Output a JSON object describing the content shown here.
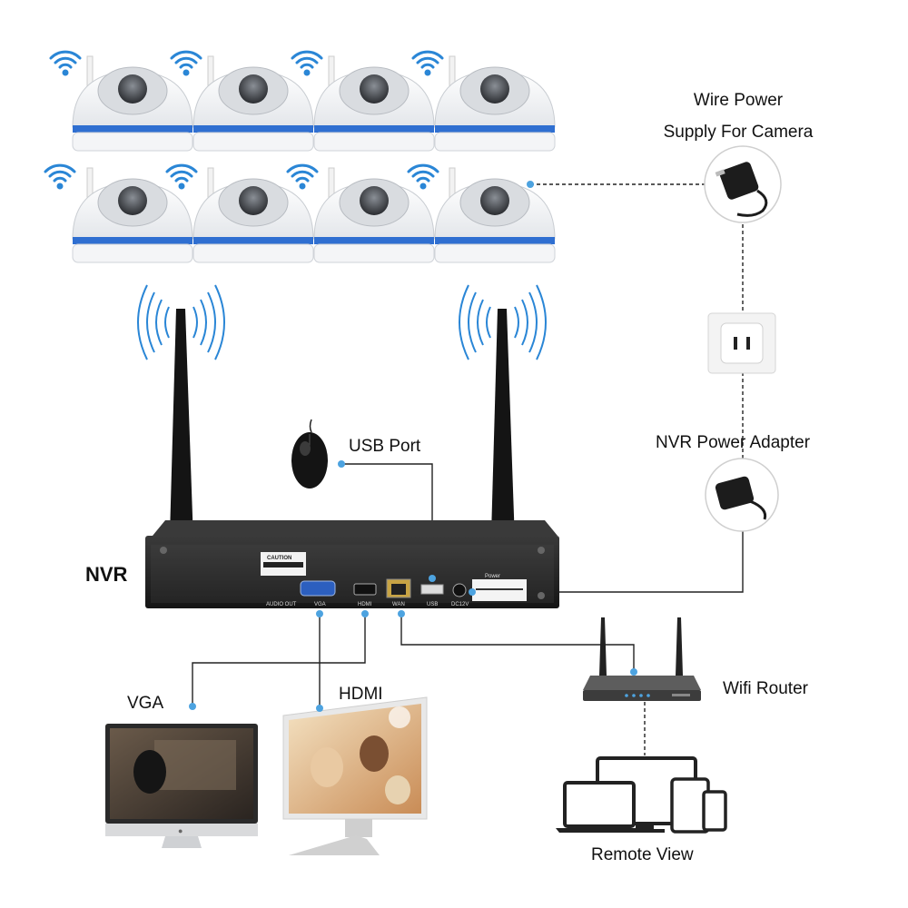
{
  "labels": {
    "wire_power": [
      "Wire Power",
      "Supply For Camera"
    ],
    "usb_port": "USB Port",
    "nvr_power_adapter": "NVR Power Adapter",
    "nvr": "NVR",
    "vga": "VGA",
    "hdmi": "HDMI",
    "wifi_router": "Wifi Router",
    "remote_view": "Remote View"
  },
  "nvr_panel": {
    "caution": "CAUTION",
    "audio_out": "AUDIO OUT",
    "vga": "VGA",
    "hdmi": "HDMI",
    "wan": "WAN",
    "usb": "USB",
    "dc": "DC12V",
    "power": "Power"
  },
  "colors": {
    "connector_dot": "#4da3e0",
    "line": "#222222",
    "camera_stripe": "#2f6fd1",
    "wifi_blue": "#2a86d6",
    "nvr_body": "#2b2b2b"
  }
}
